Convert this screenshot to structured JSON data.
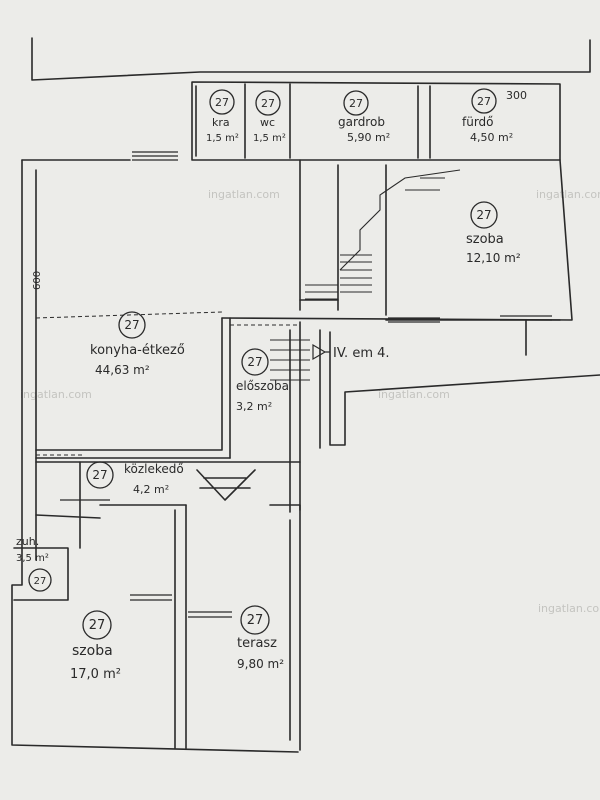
{
  "watermark": "ingatlan.com",
  "dimensions": {
    "top": "300",
    "left": "600"
  },
  "floor_note": "IV. em 4.",
  "rooms": [
    {
      "id": "kamra",
      "badge": "27",
      "name": "kra",
      "area": "1,5 m²"
    },
    {
      "id": "wc",
      "badge": "27",
      "name": "wc",
      "area": "1,5 m²"
    },
    {
      "id": "gardrob",
      "badge": "27",
      "name": "gardrob",
      "area": "5,90 m²"
    },
    {
      "id": "furdo",
      "badge": "27",
      "name": "fürdő",
      "area": "4,50 m²"
    },
    {
      "id": "szoba-1",
      "badge": "27",
      "name": "szoba",
      "area": "12,10 m²"
    },
    {
      "id": "konyha",
      "badge": "27",
      "name": "konyha-étkező",
      "area": "44,63 m²"
    },
    {
      "id": "eloszoba",
      "badge": "27",
      "name": "előszoba",
      "area": "3,2 m²"
    },
    {
      "id": "kozlekedo",
      "badge": "27",
      "name": "közlekedő",
      "area": "4,2 m²"
    },
    {
      "id": "zuhany",
      "badge": "27",
      "name": "zuh.",
      "area": "3,5 m²"
    },
    {
      "id": "szoba-2",
      "badge": "27",
      "name": "szoba",
      "area": "17,0 m²"
    },
    {
      "id": "terasz",
      "badge": "27",
      "name": "terasz",
      "area": "9,80 m²"
    }
  ],
  "colors": {
    "paper": "#ecece9",
    "ink": "#2a2a2a",
    "watermark": "#c4c4c0"
  }
}
